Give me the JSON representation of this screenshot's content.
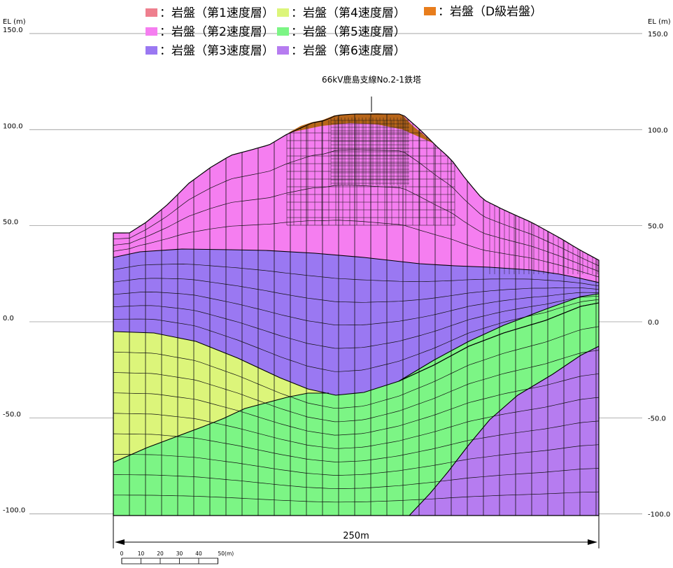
{
  "axis": {
    "left_unit_label": "EL (m)",
    "right_unit_label": "EL (m)",
    "ticks": [
      {
        "value": 150,
        "label": "150.0"
      },
      {
        "value": 100,
        "label": "100.0"
      },
      {
        "value": 50,
        "label": "50.0"
      },
      {
        "value": 0,
        "label": "0.0"
      },
      {
        "value": -50,
        "label": "-50.0"
      },
      {
        "value": -100,
        "label": "-100.0"
      }
    ]
  },
  "legend": [
    {
      "text": "：岩盤（第1速度層）",
      "color": "#ee7f8e"
    },
    {
      "text": "：岩盤（第2速度層）",
      "color": "#f57ef0"
    },
    {
      "text": "：岩盤（第3速度層）",
      "color": "#9a78f2"
    },
    {
      "text": "：岩盤（第4速度層）",
      "color": "#dcf57a"
    },
    {
      "text": "：岩盤（第5速度層）",
      "color": "#7cf585"
    },
    {
      "text": "：岩盤（第6速度層）",
      "color": "#b67cf0"
    },
    {
      "text": "：岩盤（D級岩盤）",
      "color": "#e87d1c"
    }
  ],
  "tower_label": "66kV鹿島支線No.2-1鉄塔",
  "dimension_label": "250m",
  "scale_bar": {
    "labels": [
      "0",
      "10",
      "20",
      "30",
      "40",
      "50(m)"
    ]
  },
  "colors": {
    "d_class": "#b8661a",
    "layer2": "#f57ef0",
    "layer3": "#9a78f2",
    "layer4": "#dcf57a",
    "layer5": "#7cf585",
    "layer6": "#b67cf0",
    "mesh": "#111111",
    "grid": "#9a9a9a"
  }
}
